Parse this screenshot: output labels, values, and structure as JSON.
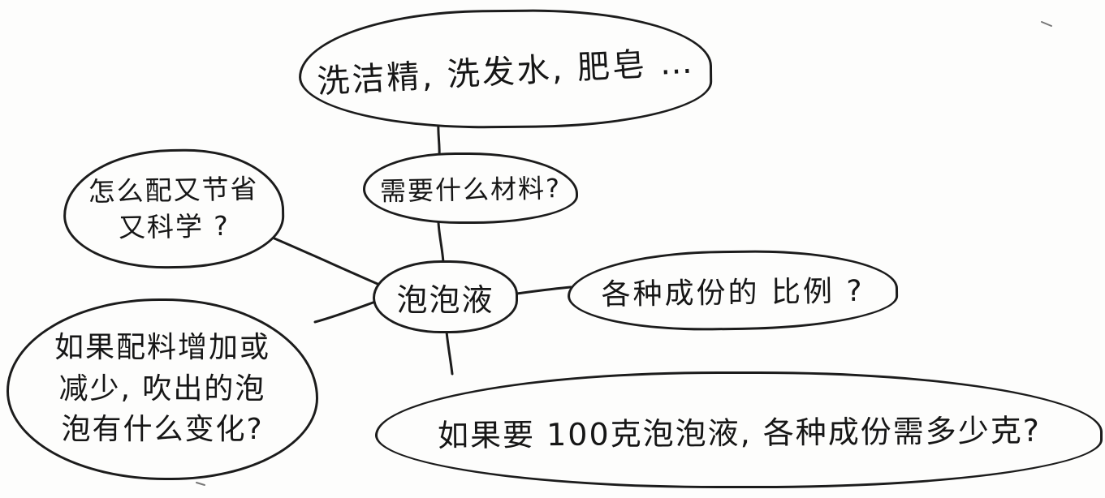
{
  "page": {
    "type": "hand-drawn mind map",
    "background_color": "#fdfdfc",
    "ink_color": "#1c1c1c"
  },
  "nodes": {
    "examples": {
      "label": "洗洁精, 洗发水, 肥皂 …"
    },
    "materials": {
      "label": "需要什么材料?"
    },
    "center": {
      "label": "泡泡液"
    },
    "economical": {
      "lines": [
        "怎么配又节省",
        "又科学 ?"
      ]
    },
    "change": {
      "lines": [
        "如果配料增加或",
        "减少, 吹出的泡",
        "泡有什么变化?"
      ]
    },
    "proportion": {
      "label": "各种成份的 比例 ?"
    },
    "grams": {
      "label": "如果要 100克泡泡液, 各种成份需多少克?"
    }
  }
}
